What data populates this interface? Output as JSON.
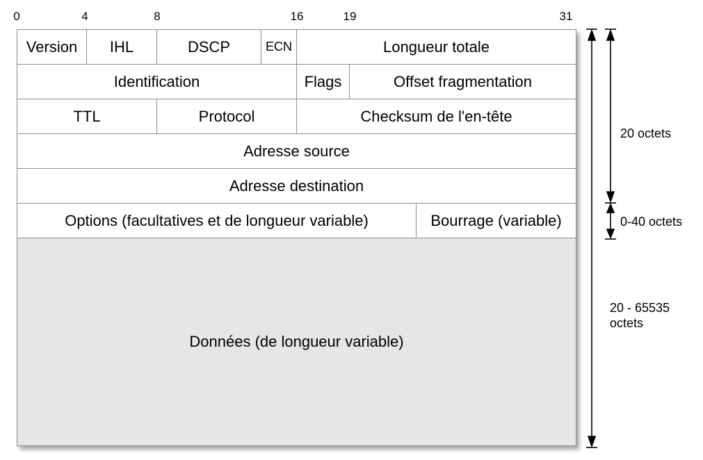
{
  "bit_positions": [
    {
      "label": "0"
    },
    {
      "label": "4"
    },
    {
      "label": "8"
    },
    {
      "label": "16"
    },
    {
      "label": "19"
    },
    {
      "label": "31"
    }
  ],
  "header_rows": {
    "row1": {
      "version": "Version",
      "ihl": "IHL",
      "dscp": "DSCP",
      "ecn": "ECN",
      "total_length": "Longueur totale"
    },
    "row2": {
      "identification": "Identification",
      "flags": "Flags",
      "fragment_offset": "Offset fragmentation"
    },
    "row3": {
      "ttl": "TTL",
      "protocol": "Protocol",
      "checksum": "Checksum de l'en-tête"
    },
    "row4": {
      "source_address": "Adresse source"
    },
    "row5": {
      "destination_address": "Adresse destination"
    },
    "row6": {
      "options": "Options (facultatives et de longueur variable)",
      "padding": "Bourrage (variable)"
    }
  },
  "data_field": "Données (de longueur variable)",
  "dimensions": {
    "header_size": "20 octets",
    "options_size": "0-40 octets",
    "total_size_line1": "20 - 65535",
    "total_size_line2": "octets"
  }
}
